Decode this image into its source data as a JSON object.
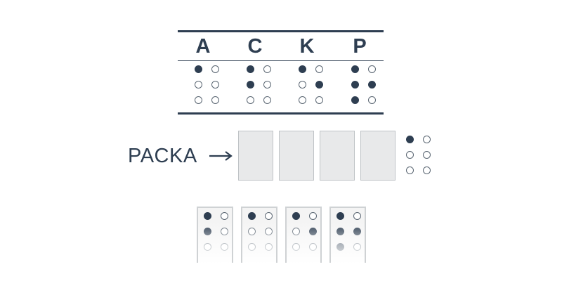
{
  "legend": [
    {
      "letter": "A",
      "dots": [
        1,
        0,
        0,
        0,
        0,
        0
      ]
    },
    {
      "letter": "C",
      "dots": [
        1,
        1,
        0,
        0,
        0,
        0
      ]
    },
    {
      "letter": "K",
      "dots": [
        1,
        0,
        0,
        0,
        1,
        0
      ]
    },
    {
      "letter": "P",
      "dots": [
        1,
        1,
        1,
        0,
        1,
        0
      ]
    }
  ],
  "puzzle": {
    "word": "PACKA",
    "slots": 4,
    "next_cell_dots": [
      1,
      0,
      0,
      0,
      0,
      0
    ]
  },
  "options": [
    {
      "dots": [
        1,
        1,
        0,
        0,
        0,
        0
      ]
    },
    {
      "dots": [
        1,
        0,
        0,
        0,
        0,
        0
      ]
    },
    {
      "dots": [
        1,
        0,
        0,
        0,
        1,
        0
      ]
    },
    {
      "dots": [
        1,
        1,
        1,
        0,
        1,
        0
      ]
    }
  ],
  "colors": {
    "ink": "#2e3e51",
    "slot_fill": "#e8e9ea",
    "tile_fill": "#f4f4f4"
  }
}
